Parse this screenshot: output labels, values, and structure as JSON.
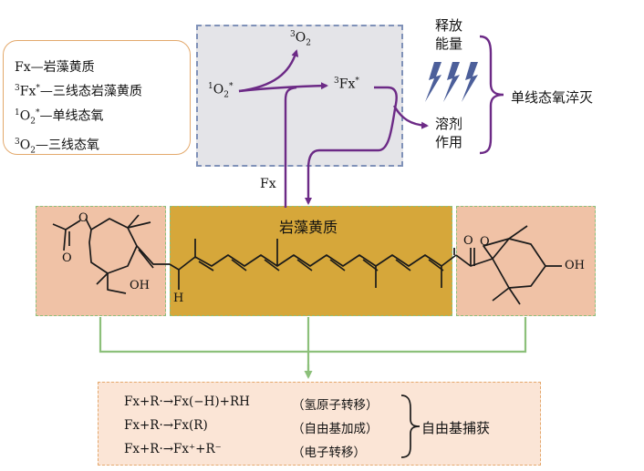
{
  "legend": {
    "fx": "Fx—岩藻黄质",
    "fx3_sup": "3",
    "fx3_main": "Fx",
    "fx3_star": "*",
    "fx3_rest": "—三线态岩藻黄质",
    "o1_sup": "1",
    "o1_main": "O",
    "o1_sub": "2",
    "o1_star": "*",
    "o1_rest": "—单线态氧",
    "o3_sup": "3",
    "o3_main": "O",
    "o3_sub": "2",
    "o3_rest": "—三线态氧"
  },
  "quench": {
    "singlet_sup": "1",
    "singlet_main": "O",
    "singlet_sub": "2",
    "singlet_star": "*",
    "triplet_o_sup": "3",
    "triplet_o_main": "O",
    "triplet_o_sub": "2",
    "triplet_fx_sup": "3",
    "triplet_fx_main": "Fx",
    "triplet_fx_star": "*",
    "fx_label": "Fx",
    "energy_line1": "释放",
    "energy_line2": "能量",
    "solvent_line1": "溶剂",
    "solvent_line2": "作用",
    "side_label": "单线态氧淬灭"
  },
  "molecule": {
    "name": "岩藻黄质",
    "oh_left": "OH",
    "oh_right": "OH",
    "o_ketone": "O",
    "o_epoxide": "O",
    "o_ester_carbonyl": "O",
    "o_ester": "O",
    "h_allene": "H"
  },
  "scavenging": {
    "reactions": [
      {
        "equation": "Fx+R·→Fx(−H)+RH",
        "type": "（氢原子转移）"
      },
      {
        "equation": "Fx+R·→Fx(R)",
        "type": "（自由基加成）"
      },
      {
        "equation": "Fx+R·→Fx⁺+R⁻",
        "type": "（电子转移）"
      }
    ],
    "label": "自由基捕获"
  },
  "colors": {
    "purple": "#6c2a86",
    "green": "#8cc07a",
    "blue_bolt": "#4c5f9a",
    "gold": "#d6a73a",
    "salmon": "#f0c2a6"
  }
}
